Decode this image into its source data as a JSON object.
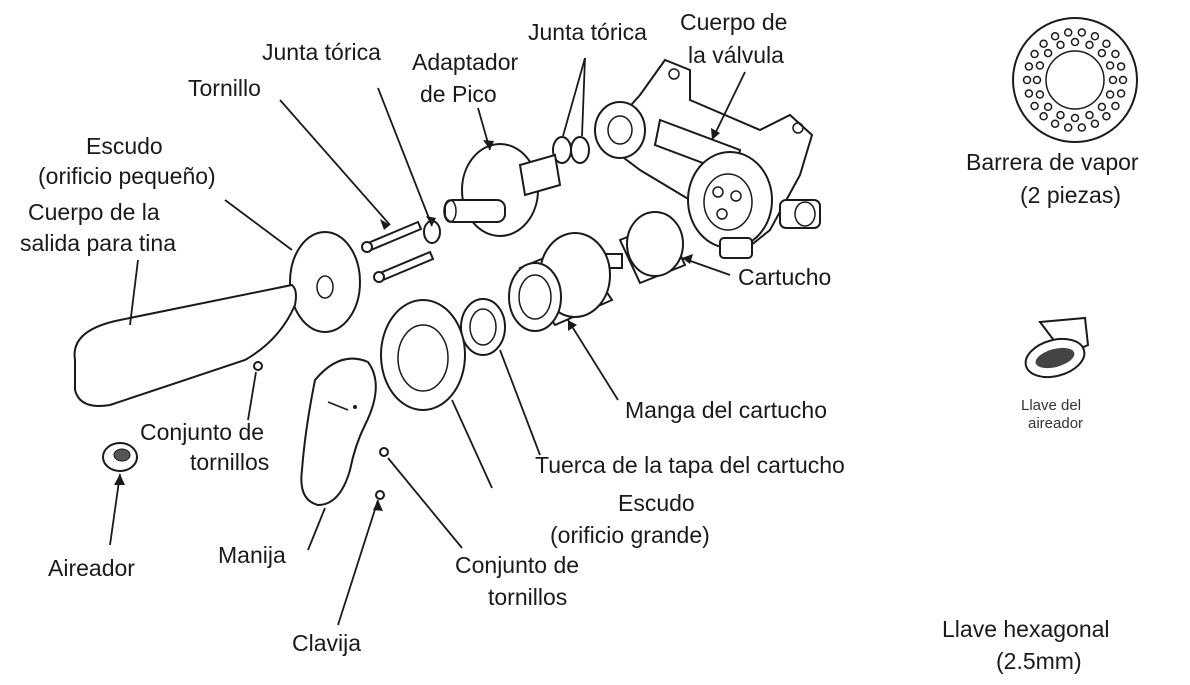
{
  "labels": {
    "screw": "Tornillo",
    "o_ring_1": "Junta tórica",
    "spout_adapter_l1": "Adaptador",
    "spout_adapter_l2": "de Pico",
    "o_ring_2": "Junta tórica",
    "valve_body_l1": "Cuerpo de",
    "valve_body_l2": "la válvula",
    "escutcheon_small_l1": "Escudo",
    "escutcheon_small_l2": "(orificio pequeño)",
    "spout_body_l1": "Cuerpo de la",
    "spout_body_l2": "salida para tina",
    "cartridge": "Cartucho",
    "cartridge_sleeve": "Manga del cartucho",
    "cartridge_nut": "Tuerca de la tapa del cartucho",
    "escutcheon_large_l1": "Escudo",
    "escutcheon_large_l2": "(orificio grande)",
    "screw_set_1_l1": "Conjunto de",
    "screw_set_1_l2": "tornillos",
    "aerator": "Aireador",
    "handle": "Manija",
    "screw_set_2_l1": "Conjunto de",
    "screw_set_2_l2": "tornillos",
    "pin": "Clavija",
    "vapor_barrier_l1": "Barrera de vapor",
    "vapor_barrier_l2": "(2 piezas)",
    "aerator_key_l1": "Llave del",
    "aerator_key_l2": "aireador",
    "hex_key_l1": "Llave hexagonal",
    "hex_key_l2": "(2.5mm)"
  },
  "colors": {
    "line": "#1a1a1a",
    "background": "#ffffff"
  }
}
